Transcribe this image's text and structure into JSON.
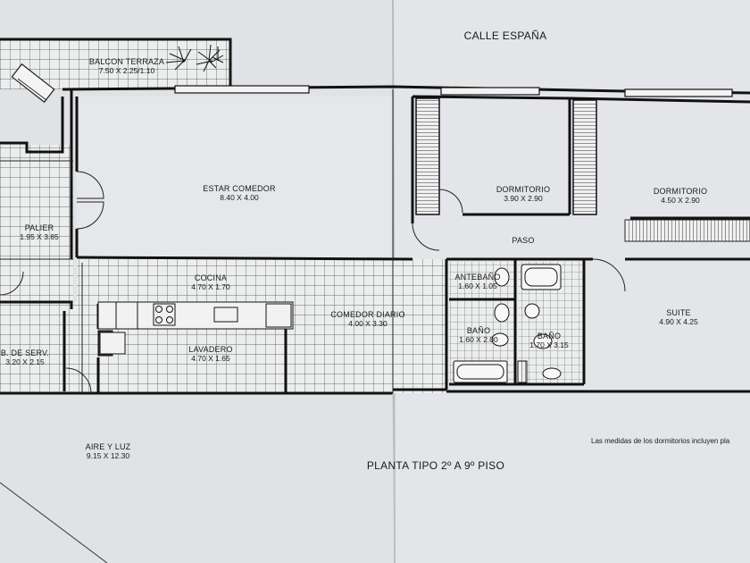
{
  "street": "CALLE ESPAÑA",
  "plan_title": "PLANTA TIPO 2º A 9º PISO",
  "note": "Las medidas de los dormitorios  incluyen pla",
  "rooms": [
    {
      "name": "BALCON TERRAZA",
      "dims": "7.50 X 2.25/1.10"
    },
    {
      "name": "ESTAR COMEDOR",
      "dims": "8.40 X 4.00"
    },
    {
      "name": "PALIER",
      "dims": "1.95 X 3.85"
    },
    {
      "name": "COCINA",
      "dims": "4.70 X 1.70"
    },
    {
      "name": "LAVADERO",
      "dims": "4.70 X 1.65"
    },
    {
      "name": "B. DE SERV.",
      "dims": "3.20 X 2.15"
    },
    {
      "name": "COMEDOR DIARIO",
      "dims": "4.00 X 3.30"
    },
    {
      "name": "DORMITORIO",
      "dims": "3.90 X 2.90"
    },
    {
      "name": "DORMITORIO",
      "dims": "4.50 X 2.90"
    },
    {
      "name": "PASO",
      "dims": ""
    },
    {
      "name": "ANTEBAÑO",
      "dims": "1.60 X 1.05"
    },
    {
      "name": "BAÑO",
      "dims": "1.60 X 2.00"
    },
    {
      "name": "BAÑO",
      "dims": "1.70 X 3.15"
    },
    {
      "name": "SUITE",
      "dims": "4.90 X 4.25"
    },
    {
      "name": "AIRE Y LUZ",
      "dims": "9.15 X 12.30"
    }
  ]
}
